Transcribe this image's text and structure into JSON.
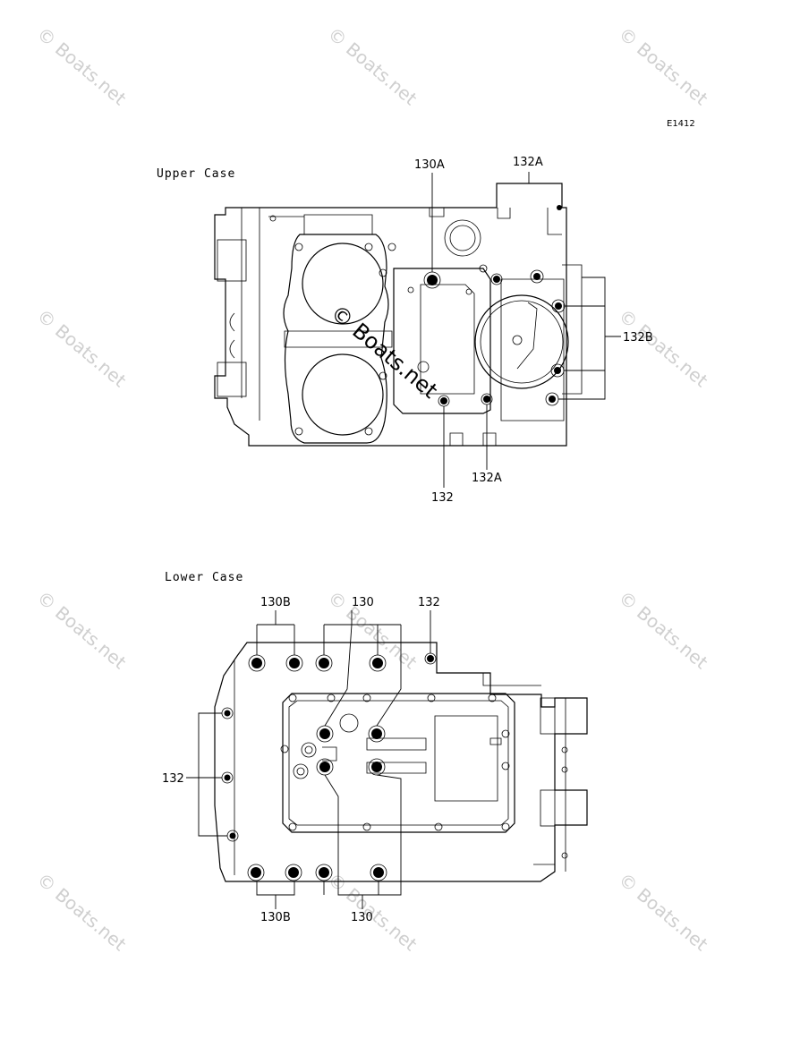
{
  "diagram_code": "E1412",
  "watermark": "© Boats.net",
  "upper_case": {
    "title": "Upper Case",
    "callouts": [
      "130A",
      "132A",
      "132B",
      "132",
      "132A"
    ]
  },
  "lower_case": {
    "title": "Lower Case",
    "callouts": [
      "130B",
      "130",
      "132",
      "132",
      "130B",
      "130"
    ]
  }
}
